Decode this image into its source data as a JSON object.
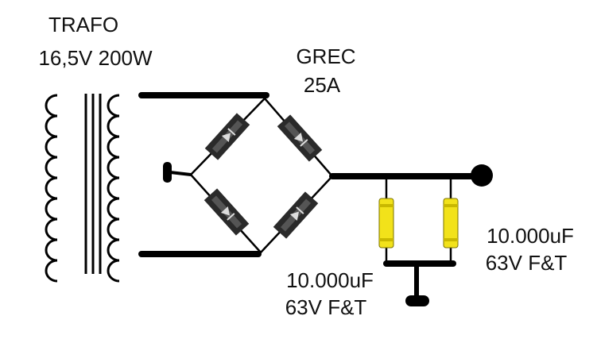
{
  "transformer": {
    "name": "TRAFO",
    "rating": "16,5V 200W"
  },
  "bridge": {
    "name": "GREC",
    "rating": "25A"
  },
  "capacitors": [
    {
      "value": "10.000uF",
      "rating": "63V F&T"
    },
    {
      "value": "10.000uF",
      "rating": "63V F&T"
    }
  ],
  "colors": {
    "wire": "#000000",
    "capacitor": "#f2e21a",
    "diode_body": "#2a2a2a"
  }
}
